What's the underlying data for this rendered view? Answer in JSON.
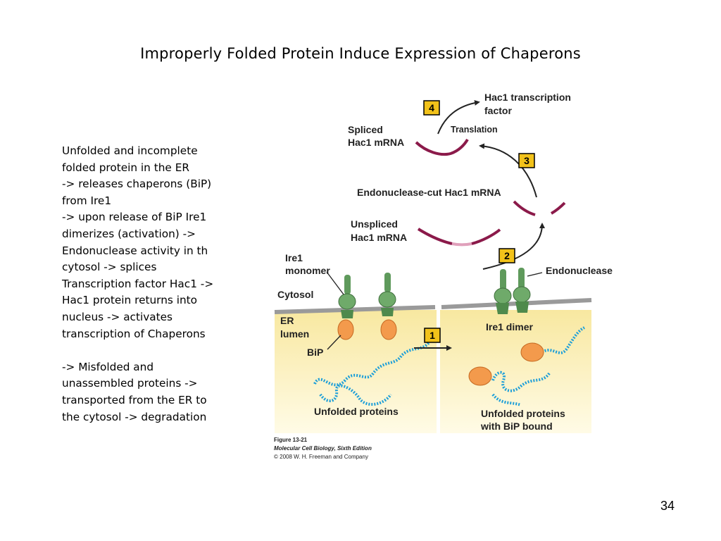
{
  "slide": {
    "title": "Improperly Folded Protein Induce Expression of Chaperons",
    "page_number": "34",
    "body_lines": [
      "Unfolded and incomplete",
      "folded protein in the ER",
      "-> releases chaperons (BiP)",
      "from Ire1",
      "-> upon release of BiP Ire1",
      "dimerizes (activation) ->",
      "Endonuclease activity in th",
      "cytosol -> splices",
      "Transcription factor Hac1 ->",
      "Hac1 protein returns into",
      "nucleus -> activates",
      "transcription of Chaperons"
    ],
    "body_lines_2": [
      "-> Misfolded and",
      "unassembled proteins ->",
      "transported from the ER to",
      "the cytosol -> degradation"
    ]
  },
  "figure": {
    "labels": {
      "hac1_tf_1": "Hac1 transcription",
      "hac1_tf_2": "factor",
      "spliced_1": "Spliced",
      "spliced_2": "Hac1 mRNA",
      "translation": "Translation",
      "endo_cut": "Endonuclease-cut Hac1 mRNA",
      "unspliced_1": "Unspliced",
      "unspliced_2": "Hac1 mRNA",
      "ire1_mono_1": "Ire1",
      "ire1_mono_2": "monomer",
      "endonuclease": "Endonuclease",
      "cytosol": "Cytosol",
      "er_1": "ER",
      "er_2": "lumen",
      "bip": "BiP",
      "ire1_dimer": "Ire1 dimer",
      "unfolded_left": "Unfolded proteins",
      "unfolded_right_1": "Unfolded proteins",
      "unfolded_right_2": "with BiP bound"
    },
    "steps": [
      "1",
      "2",
      "3",
      "4"
    ],
    "caption": {
      "line1": "Figure 13-21",
      "line2": "Molecular Cell Biology, Sixth Edition",
      "line3": "© 2008 W. H. Freeman and Company"
    },
    "colors": {
      "mrna": "#8b1a4a",
      "ire1_green": "#5f9a5c",
      "bip_orange": "#f39a4c",
      "protein_blue": "#1e9fd8",
      "er_lumen": "#fbf1b8",
      "step_box": "#f2c21a"
    }
  }
}
